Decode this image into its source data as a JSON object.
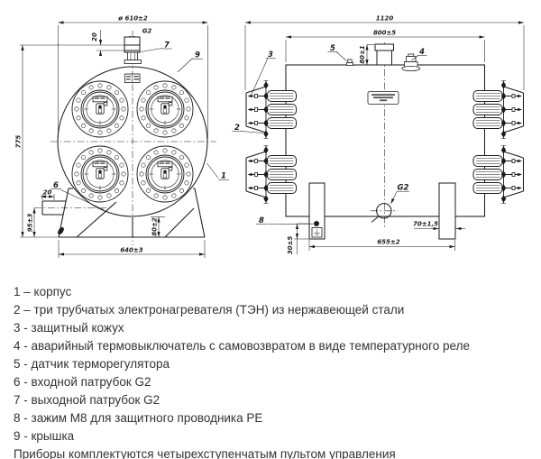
{
  "front_view": {
    "dim_diameter": "ø 610±2",
    "dim_total_height": "775",
    "dim_outlet_cap": "20",
    "outlet_thread": "G2",
    "callout_outlet_pipe": "7",
    "callout_cover": "9",
    "callout_body": "1",
    "callout_inlet_pipe": "6",
    "dim_inlet_stickout": "20",
    "dim_inlet_axis_height": "95±3",
    "dim_stand_height": "80±2",
    "dim_stand_width": "640±3"
  },
  "side_view": {
    "dim_total_length": "1120",
    "dim_shell_length": "800±5",
    "callout_sensor": "5",
    "dim_outlet_height": "80±1",
    "callout_thermal_switch": "4",
    "callout_casing": "3",
    "callout_heaters": "2",
    "callout_ground_clamp": "8",
    "drain_thread": "G2",
    "dim_ground_height": "30±5",
    "dim_leg_span": "655±2",
    "dim_leg_width": "70±1,5"
  },
  "legend": {
    "items": [
      "1 – корпус",
      "2 – три трубчатых электронагревателя (ТЭН) из нержавеющей стали",
      "3 - защитный кожух",
      "4 - аварийный термовыключатель с самовозвратом в виде температурного реле",
      "5 - датчик терморегулятора",
      "6 - входной патрубок G2",
      "7 - выходной патрубок G2",
      "8 - зажим М8 для защитного проводника PE",
      "9 - крышка"
    ],
    "note": "Приборы комплектуются четырехступенчатым пультом управления"
  }
}
